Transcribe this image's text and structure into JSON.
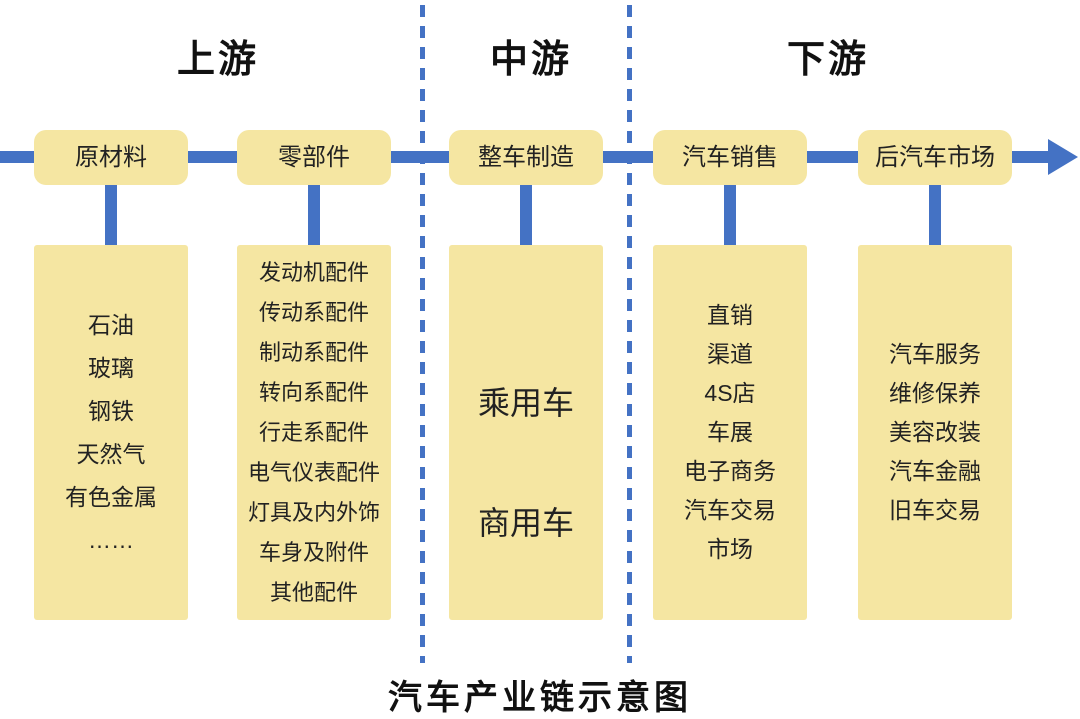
{
  "title": "汽车产业链示意图",
  "sections": {
    "upstream": "上游",
    "midstream": "中游",
    "downstream": "下游"
  },
  "colors": {
    "accent_blue": "#4472C4",
    "box_fill": "#F5E6A2",
    "text": "#1f1f1f",
    "background": "#ffffff"
  },
  "chain": [
    {
      "node": "原材料",
      "items": [
        "石油",
        "玻璃",
        "钢铁",
        "天然气",
        "有色金属",
        "……"
      ]
    },
    {
      "node": "零部件",
      "items": [
        "发动机配件",
        "传动系配件",
        "制动系配件",
        "转向系配件",
        "行走系配件",
        "电气仪表配件",
        "灯具及内外饰",
        "车身及附件",
        "其他配件"
      ]
    },
    {
      "node": "整车制造",
      "items": [
        "乘用车",
        "商用车"
      ]
    },
    {
      "node": "汽车销售",
      "items": [
        "直销",
        "渠道",
        "4S店",
        "车展",
        "电子商务",
        "汽车交易",
        "市场"
      ]
    },
    {
      "node": "后汽车市场",
      "items": [
        "汽车服务",
        "维修保养",
        "美容改装",
        "汽车金融",
        "旧车交易"
      ]
    }
  ]
}
